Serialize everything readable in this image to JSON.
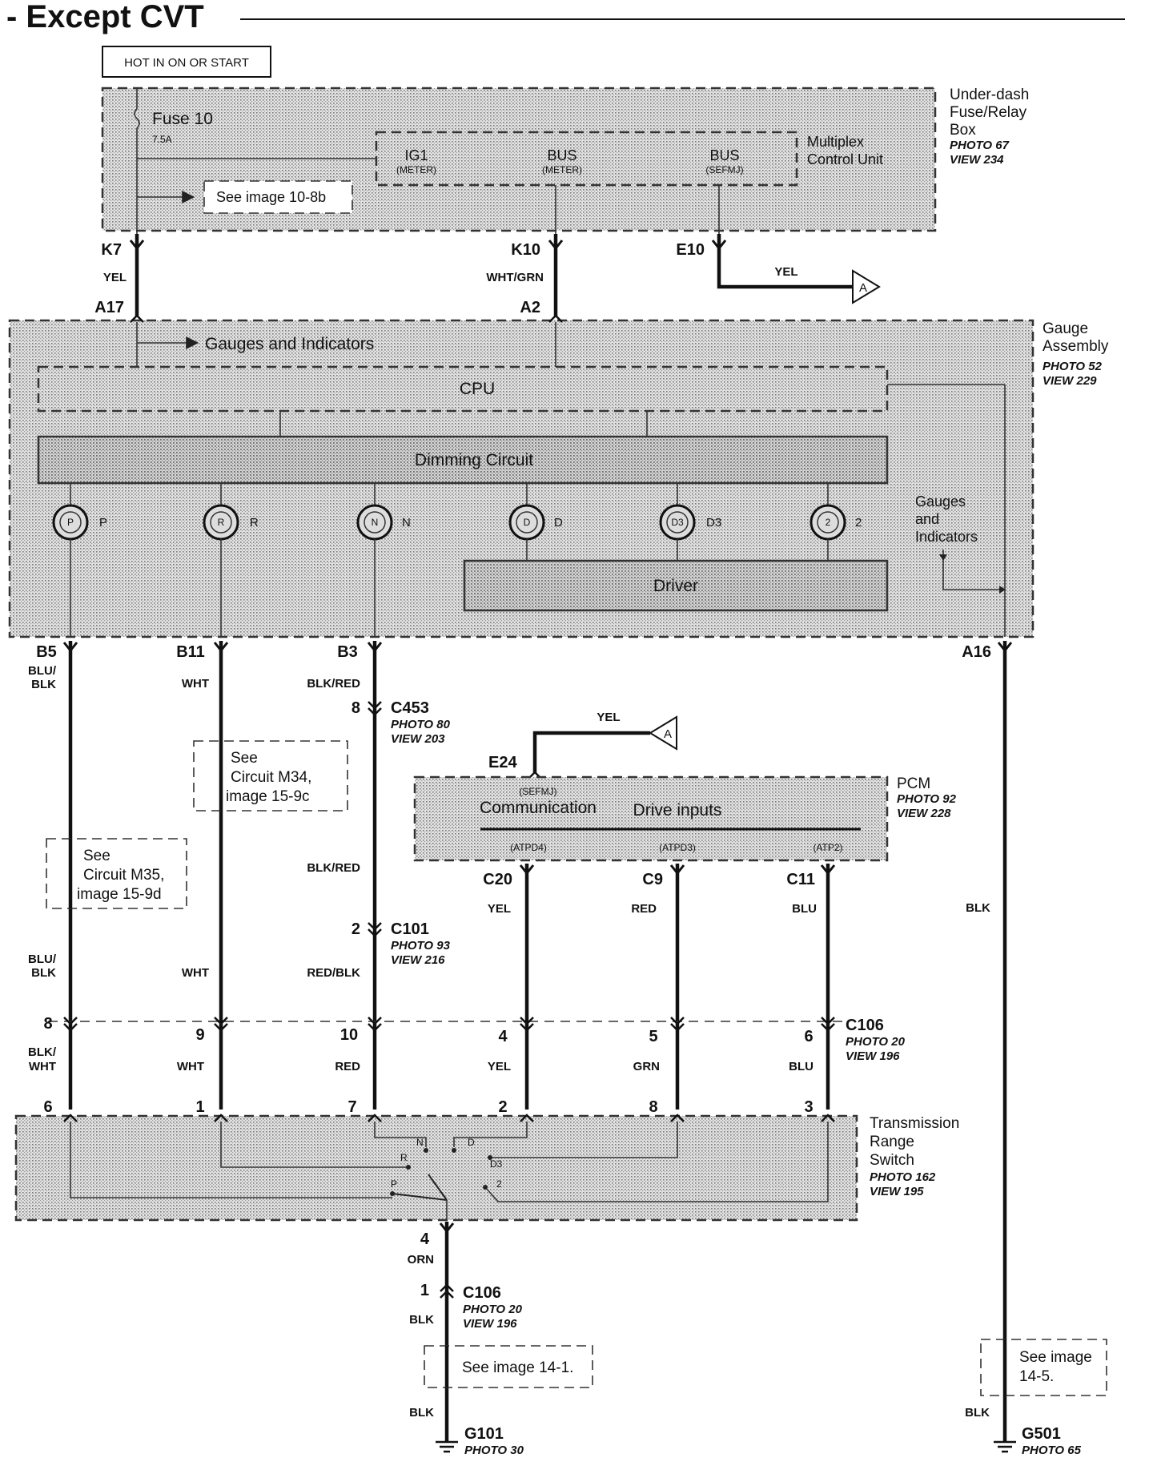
{
  "title": "- Except CVT",
  "power_label": "HOT IN ON OR START",
  "fuse_box": {
    "name_lines": [
      "Under-dash",
      "Fuse/Relay",
      "Box"
    ],
    "photo": "PHOTO 67",
    "view": "VIEW 234",
    "fuse": "Fuse 10",
    "fuse_rating": "7.5A",
    "see_ref": "See image 10-8b"
  },
  "multiplex": {
    "name_lines": [
      "Multiplex",
      "Control Unit"
    ],
    "pins": [
      {
        "name": "IG1",
        "sub": "(METER)"
      },
      {
        "name": "BUS",
        "sub": "(METER)"
      },
      {
        "name": "BUS",
        "sub": "(SEFMJ)"
      }
    ]
  },
  "top_wires": [
    {
      "from": "K7",
      "color": "YEL",
      "to": "A17"
    },
    {
      "from": "K10",
      "color": "WHT/GRN",
      "to": "A2"
    },
    {
      "from": "E10",
      "color": "YEL",
      "to": "A"
    }
  ],
  "gauge": {
    "name_lines": [
      "Gauge",
      "Assembly"
    ],
    "photo": "PHOTO 52",
    "view": "VIEW 229",
    "gauges_indicators_top": "Gauges and Indicators",
    "cpu": "CPU",
    "dimming": "Dimming Circuit",
    "driver": "Driver",
    "gauges_indicators_right": [
      "Gauges",
      "and",
      "Indicators"
    ],
    "indicators": [
      {
        "letter": "P",
        "label": "P"
      },
      {
        "letter": "R",
        "label": "R"
      },
      {
        "letter": "N",
        "label": "N"
      },
      {
        "letter": "D",
        "label": "D"
      },
      {
        "letter": "D3",
        "label": "D3"
      },
      {
        "letter": "2",
        "label": "2"
      }
    ]
  },
  "gauge_out_pins": [
    "B5",
    "B11",
    "B3",
    "A16"
  ],
  "wire_colors": {
    "b5_upper": "BLU/ BLK",
    "b11_upper": "WHT",
    "b3_upper": "BLK/RED",
    "b3_mid": "BLK/RED",
    "b5_lower": "BLU/ BLK",
    "b11_lower": "WHT",
    "b3_lower": "RED/BLK",
    "c20": "YEL",
    "c9": "RED",
    "c11": "BLU",
    "a16": "BLK",
    "yel_a": "YEL"
  },
  "connectors": {
    "c453": {
      "name": "C453",
      "pin": "8",
      "photo": "PHOTO 80",
      "view": "VIEW 203"
    },
    "c101": {
      "name": "C101",
      "pin": "2",
      "photo": "PHOTO 93",
      "view": "VIEW 216"
    },
    "c106": {
      "name": "C106",
      "photo": "PHOTO 20",
      "view": "VIEW 196"
    },
    "c106_low": {
      "name": "C106",
      "pin": "1",
      "photo": "PHOTO 20",
      "view": "VIEW 196"
    }
  },
  "refs": {
    "m34": [
      "See",
      "Circuit M34,",
      "image 15-9c"
    ],
    "m35": [
      "See",
      "Circuit M35,",
      "image 15-9d"
    ],
    "img141": "See image 14-1.",
    "img145": [
      "See image",
      "14-5."
    ]
  },
  "pcm": {
    "name": "PCM",
    "photo": "PHOTO 92",
    "view": "VIEW 228",
    "pin_in": "E24",
    "sefmj": "(SEFMJ)",
    "communication": "Communication",
    "drive_inputs": "Drive inputs",
    "subs": [
      "(ATPD4)",
      "(ATPD3)",
      "(ATP2)"
    ],
    "pins": [
      "C20",
      "C9",
      "C11"
    ]
  },
  "c106_row": {
    "pins": [
      "8",
      "9",
      "10",
      "4",
      "5",
      "6"
    ],
    "colors": [
      "BLK/ WHT",
      "WHT",
      "RED",
      "YEL",
      "GRN",
      "BLU"
    ]
  },
  "trs": {
    "name_lines": [
      "Transmission",
      "Range",
      "Switch"
    ],
    "photo": "PHOTO 162",
    "view": "VIEW 195",
    "pins": [
      "6",
      "1",
      "7",
      "2",
      "8",
      "3"
    ],
    "positions": [
      "P",
      "R",
      "N",
      "D",
      "D3",
      "2"
    ],
    "out_pin": "4",
    "out_color": "ORN"
  },
  "ground_wires": {
    "g101_upper": "BLK",
    "g101_lower": "BLK",
    "g501": "BLK"
  },
  "grounds": [
    {
      "name": "G101",
      "photo": "PHOTO 30"
    },
    {
      "name": "G501",
      "photo": "PHOTO 65"
    }
  ],
  "offpage": "A"
}
